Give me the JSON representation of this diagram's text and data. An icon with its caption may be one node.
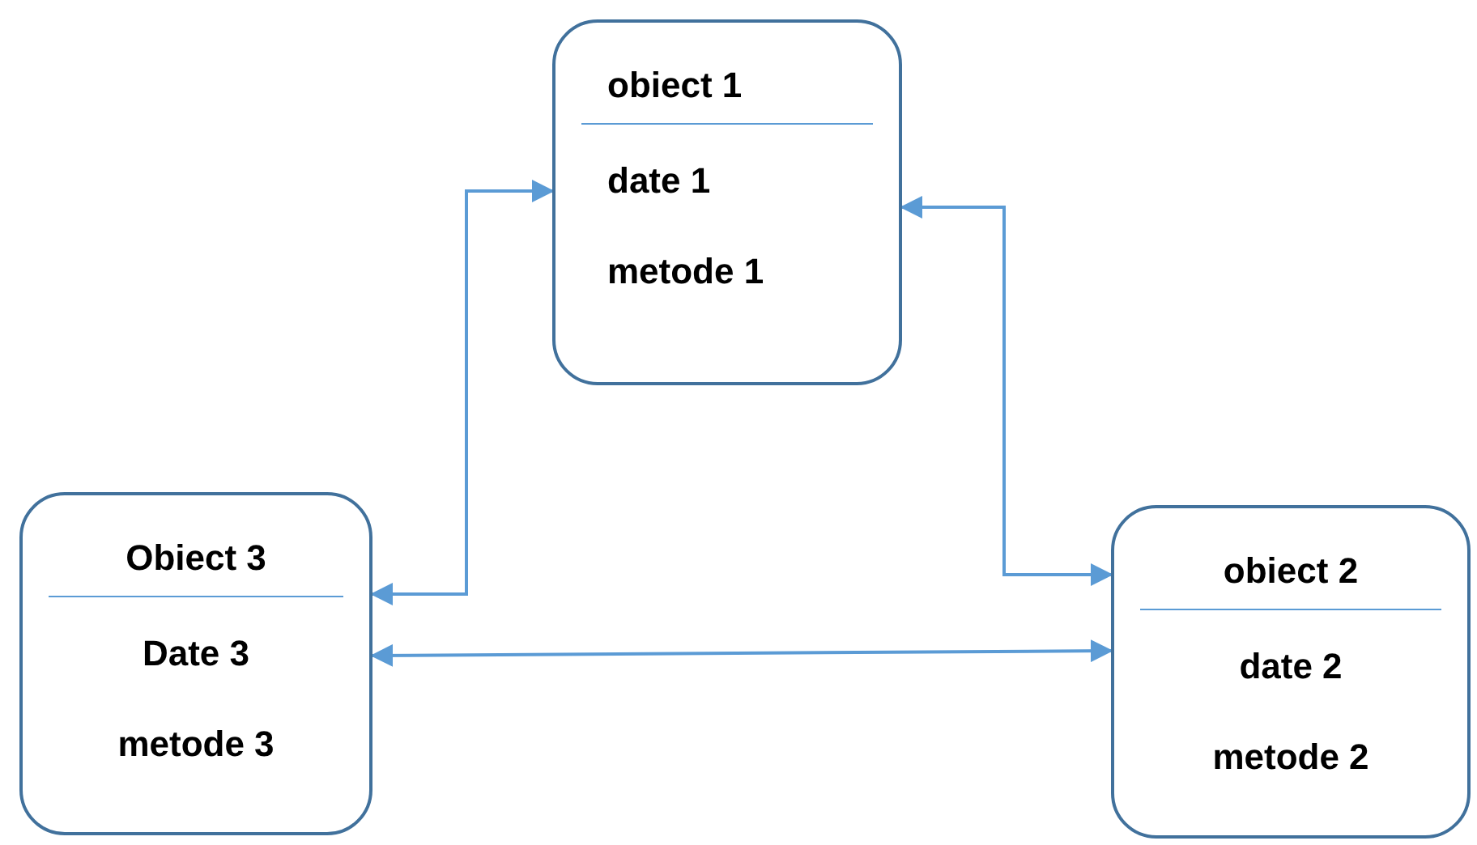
{
  "diagram": {
    "nodes": [
      {
        "text": [
          "obiect 1",
          "date 1",
          "metode 1"
        ]
      },
      {
        "text": [
          "Obiect 3",
          "Date 3",
          "metode 3"
        ]
      },
      {
        "text": [
          "obiect 2",
          "date 2",
          "metode 2"
        ]
      }
    ],
    "edges": [
      {
        "from": 0,
        "to": 1,
        "arrow": "both"
      },
      {
        "from": 0,
        "to": 2,
        "arrow": "both"
      },
      {
        "from": 1,
        "to": 2,
        "arrow": "both"
      }
    ]
  }
}
